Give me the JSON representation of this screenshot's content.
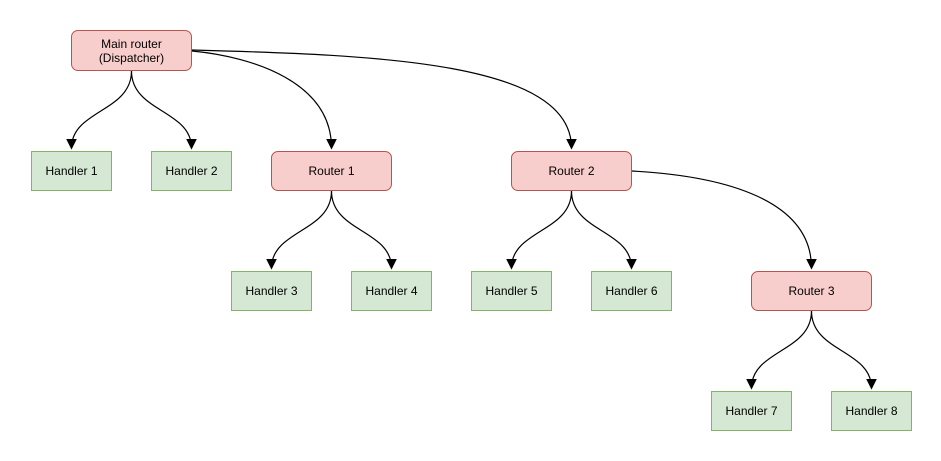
{
  "diagram": {
    "colors": {
      "background": "#ffffff",
      "router_fill": "#f8cecc",
      "router_border": "#b85450",
      "handler_fill": "#d5e8d4",
      "handler_border": "#82b366",
      "edge_stroke": "#000000"
    },
    "nodes": {
      "main_router": {
        "label": "Main router\n(Dispatcher)",
        "type": "router"
      },
      "router_1": {
        "label": "Router 1",
        "type": "router"
      },
      "router_2": {
        "label": "Router 2",
        "type": "router"
      },
      "router_3": {
        "label": "Router 3",
        "type": "router"
      },
      "handler_1": {
        "label": "Handler 1",
        "type": "handler"
      },
      "handler_2": {
        "label": "Handler 2",
        "type": "handler"
      },
      "handler_3": {
        "label": "Handler 3",
        "type": "handler"
      },
      "handler_4": {
        "label": "Handler 4",
        "type": "handler"
      },
      "handler_5": {
        "label": "Handler 5",
        "type": "handler"
      },
      "handler_6": {
        "label": "Handler 6",
        "type": "handler"
      },
      "handler_7": {
        "label": "Handler 7",
        "type": "handler"
      },
      "handler_8": {
        "label": "Handler 8",
        "type": "handler"
      }
    },
    "edges": [
      {
        "from": "main_router",
        "to": "handler_1"
      },
      {
        "from": "main_router",
        "to": "handler_2"
      },
      {
        "from": "main_router",
        "to": "router_1"
      },
      {
        "from": "main_router",
        "to": "router_2"
      },
      {
        "from": "router_1",
        "to": "handler_3"
      },
      {
        "from": "router_1",
        "to": "handler_4"
      },
      {
        "from": "router_2",
        "to": "handler_5"
      },
      {
        "from": "router_2",
        "to": "handler_6"
      },
      {
        "from": "router_2",
        "to": "router_3"
      },
      {
        "from": "router_3",
        "to": "handler_7"
      },
      {
        "from": "router_3",
        "to": "handler_8"
      }
    ]
  }
}
